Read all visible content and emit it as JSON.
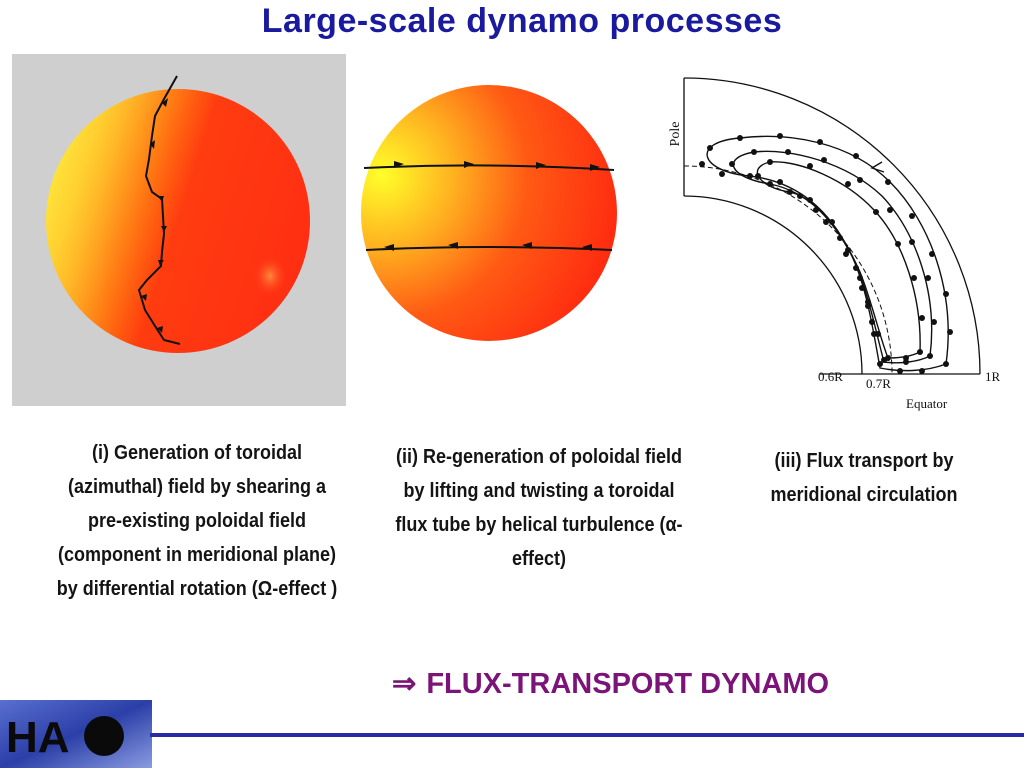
{
  "slide": {
    "title": "Large-scale dynamo processes",
    "captions": {
      "omega": "(i) Generation of toroidal (azimuthal) field by shearing a pre-existing poloidal field (component in meridional plane) by differential rotation (Ω-effect )",
      "alpha": "(ii) Re-generation of poloidal field by lifting and twisting a toroidal flux tube by helical turbulence (α-effect)",
      "flux": "(iii) Flux transport by meridional circulation"
    },
    "conclusion": {
      "arrow": "⇒",
      "text": "FLUX-TRANSPORT DYNAMO"
    },
    "diagram": {
      "pole_label": "Pole",
      "equator_label": "Equator",
      "radius_labels": [
        "0.6R",
        "0.7R",
        "1R"
      ]
    },
    "logo": {
      "text": "HA"
    },
    "colors": {
      "title": "#1a1a9e",
      "conclusion": "#7b1378",
      "footer_line": "#2a2aa8",
      "logo_background": "#2b3fa8"
    }
  }
}
